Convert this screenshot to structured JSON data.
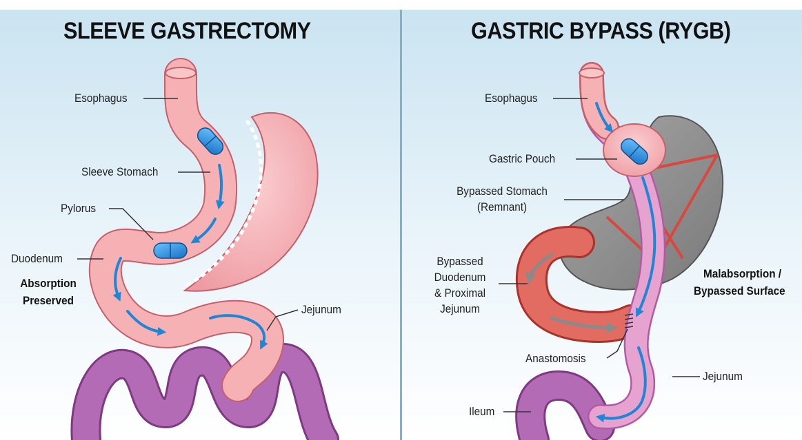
{
  "left_panel": {
    "title": "SLEEVE GASTRECTOMY",
    "labels": {
      "esophagus": "Esophagus",
      "sleeve_stomach": "Sleeve Stomach",
      "pylorus": "Pylorus",
      "duodenum": "Duodenum",
      "jejunum": "Jejunum"
    },
    "note_line1": "Absorption",
    "note_line2": "Preserved"
  },
  "right_panel": {
    "title": "GASTRIC BYPASS (RYGB)",
    "labels": {
      "esophagus": "Esophagus",
      "gastric_pouch": "Gastric Pouch",
      "bypassed_stomach_line1": "Bypassed Stomach",
      "bypassed_stomach_line2": "(Remnant)",
      "bypassed_duodenum_line1": "Bypassed",
      "bypassed_duodenum_line2": "Duodenum",
      "bypassed_duodenum_line3": "& Proximal",
      "bypassed_duodenum_line4": "Jejunum",
      "anastomosis": "Anastomosis",
      "jejunum": "Jejunum",
      "ileum": "Ileum"
    },
    "note_line1": "Malabsorption /",
    "note_line2": "Bypassed Surface"
  },
  "colors": {
    "background_top": "#cfe6f2",
    "background_bottom": "#ffffff",
    "tissue_pink": "#f4a8ad",
    "tissue_outline": "#c4606a",
    "intestine_purple": "#a65aa8",
    "bypassed_gray": "#8c8c8c",
    "bypassed_red": "#d9473f",
    "arrow_blue": "#1f86d6",
    "divider": "#6f9bb3"
  },
  "icons": [
    "pill-icon",
    "flow-arrow-icon",
    "staple-line-icon"
  ]
}
